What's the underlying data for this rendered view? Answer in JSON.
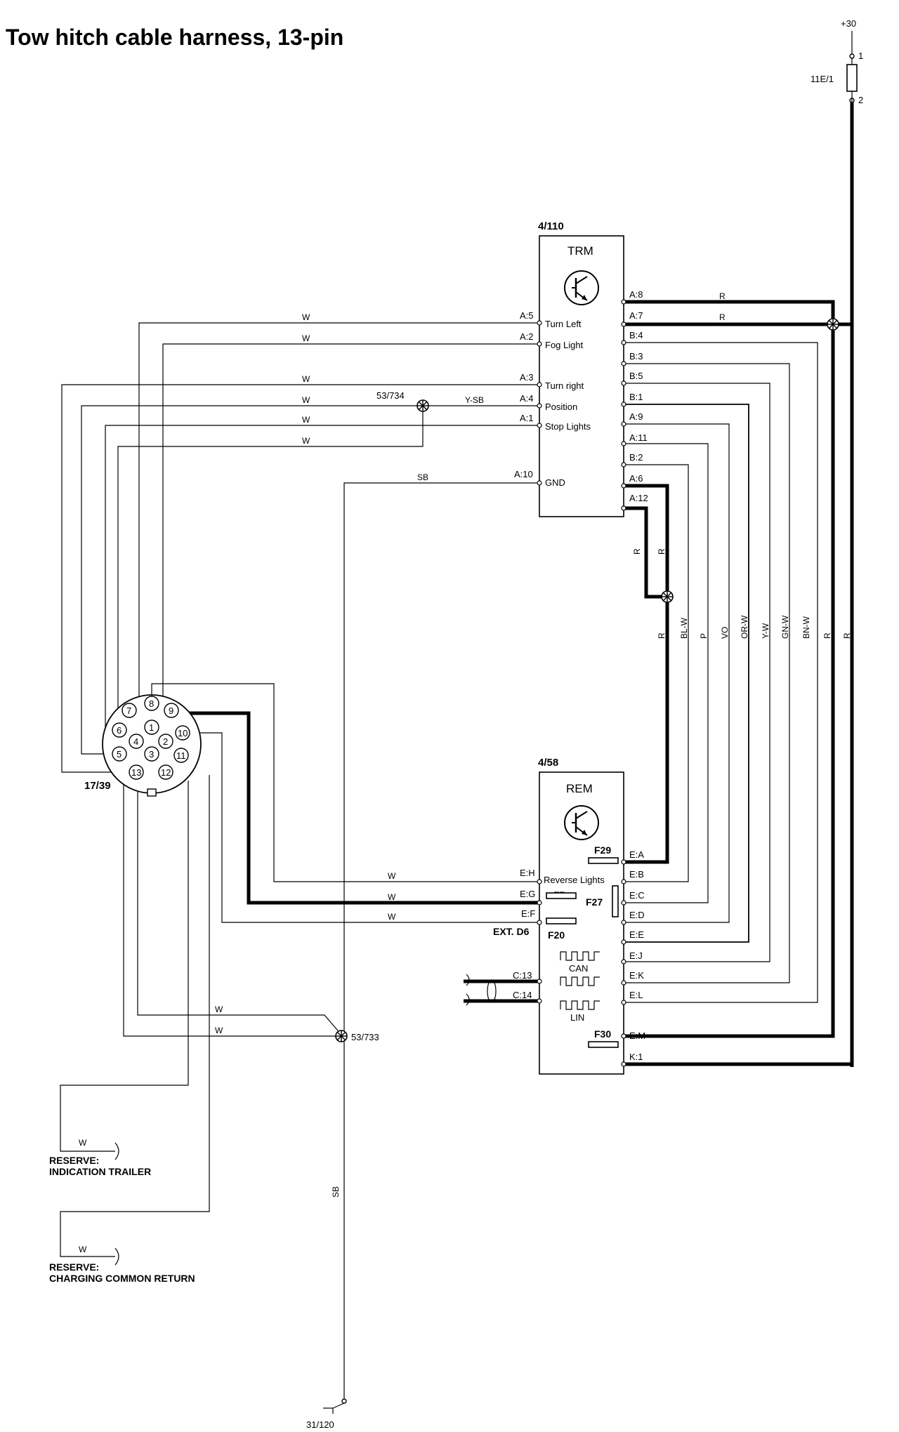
{
  "title": "Tow hitch cable harness, 13-pin",
  "power": {
    "label": "+30",
    "fuse": "11E/1",
    "pin1": "1",
    "pin2": "2"
  },
  "trm": {
    "ref": "4/110",
    "name": "TRM",
    "left_pins": [
      {
        "pin": "A:5",
        "func": "Turn Left"
      },
      {
        "pin": "A:2",
        "func": "Fog Light"
      },
      {
        "pin": "A:3",
        "func": "Turn right"
      },
      {
        "pin": "A:4",
        "func": "Position"
      },
      {
        "pin": "A:1",
        "func": "Stop Lights"
      },
      {
        "pin": "A:10",
        "func": "GND"
      }
    ],
    "right_pins": [
      "A:8",
      "A:7",
      "B:4",
      "B:3",
      "B:5",
      "B:1",
      "A:9",
      "A:11",
      "B:2",
      "A:6",
      "A:12"
    ]
  },
  "rem": {
    "ref": "4/58",
    "name": "REM",
    "left_pins": [
      {
        "pin": "E:H",
        "func": "Reverse Lights"
      },
      {
        "pin": "E:G",
        "func": ""
      },
      {
        "pin": "E:F",
        "func": ""
      }
    ],
    "right_pins": [
      "E:A",
      "E:B",
      "E:C",
      "E:D",
      "E:E",
      "E:J",
      "E:K",
      "E:L",
      "E:M",
      "K:1"
    ],
    "fuses": [
      "F29",
      "F7",
      "F27",
      "F20",
      "F30"
    ],
    "ext": "EXT. D6",
    "bus_pins": [
      "C:13",
      "C:14"
    ],
    "can": "CAN",
    "lin": "LIN"
  },
  "connector": {
    "ref": "17/39",
    "pins": [
      "1",
      "2",
      "3",
      "4",
      "5",
      "6",
      "7",
      "8",
      "9",
      "10",
      "11",
      "12",
      "13"
    ]
  },
  "splices": {
    "s734": "53/734",
    "s733": "53/733"
  },
  "ground": "31/120",
  "wire_colors": {
    "white": "W",
    "yellow_sb": "Y-SB",
    "sb": "SB",
    "red": "R",
    "bl_w": "BL-W",
    "p": "P",
    "vo": "VO",
    "or_w": "OR-W",
    "y_w": "Y-W",
    "gn_w": "GN-W",
    "bn_w": "BN-W"
  },
  "reserve": [
    {
      "line1": "RESERVE:",
      "line2": "INDICATION TRAILER"
    },
    {
      "line1": "RESERVE:",
      "line2": "CHARGING COMMON RETURN"
    }
  ]
}
